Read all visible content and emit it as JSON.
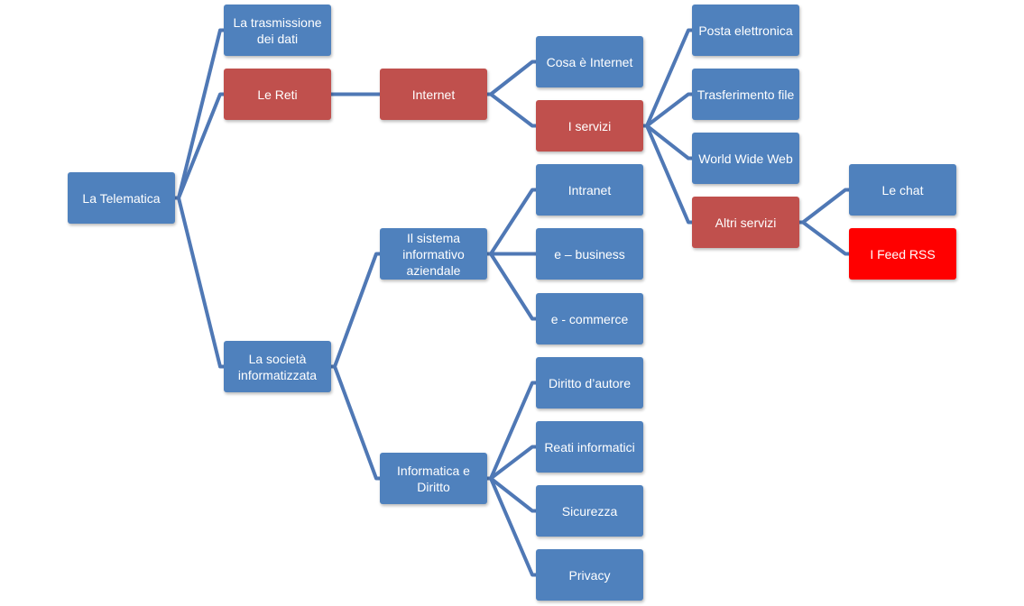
{
  "colors": {
    "connector": "#4F78B5",
    "normal": "#4F81BD",
    "highlight": "#C0504D",
    "alert": "#FF0000"
  },
  "nodes": [
    {
      "id": "root",
      "label": "La Telematica",
      "style": "normal"
    },
    {
      "id": "trasmissione",
      "label": "La trasmissione dei dati",
      "style": "normal",
      "parent": "root"
    },
    {
      "id": "reti",
      "label": "Le Reti",
      "style": "highlight",
      "parent": "root"
    },
    {
      "id": "societa",
      "label": "La società informatizzata",
      "style": "normal",
      "parent": "root"
    },
    {
      "id": "internet",
      "label": "Internet",
      "style": "highlight",
      "parent": "reti"
    },
    {
      "id": "cosa",
      "label": "Cosa è Internet",
      "style": "normal",
      "parent": "internet"
    },
    {
      "id": "servizi",
      "label": "I servizi",
      "style": "highlight",
      "parent": "internet"
    },
    {
      "id": "posta",
      "label": "Posta elettronica",
      "style": "normal",
      "parent": "servizi"
    },
    {
      "id": "trasferimento",
      "label": "Trasferimento file",
      "style": "normal",
      "parent": "servizi"
    },
    {
      "id": "www",
      "label": "World Wide Web",
      "style": "normal",
      "parent": "servizi"
    },
    {
      "id": "altri",
      "label": "Altri servizi",
      "style": "highlight",
      "parent": "servizi"
    },
    {
      "id": "chat",
      "label": "Le chat",
      "style": "normal",
      "parent": "altri"
    },
    {
      "id": "feed",
      "label": "I Feed RSS",
      "style": "alert",
      "parent": "altri"
    },
    {
      "id": "sistema",
      "label": "Il sistema informativo aziendale",
      "style": "normal",
      "parent": "societa"
    },
    {
      "id": "diritto",
      "label": "Informatica e Diritto",
      "style": "normal",
      "parent": "societa"
    },
    {
      "id": "intranet",
      "label": "Intranet",
      "style": "normal",
      "parent": "sistema"
    },
    {
      "id": "ebusiness",
      "label": "e – business",
      "style": "normal",
      "parent": "sistema"
    },
    {
      "id": "ecommerce",
      "label": "e - commerce",
      "style": "normal",
      "parent": "sistema"
    },
    {
      "id": "autore",
      "label": "Diritto d’autore",
      "style": "normal",
      "parent": "diritto"
    },
    {
      "id": "reati",
      "label": "Reati informatici",
      "style": "normal",
      "parent": "diritto"
    },
    {
      "id": "sicurezza",
      "label": "Sicurezza",
      "style": "normal",
      "parent": "diritto"
    },
    {
      "id": "privacy",
      "label": "Privacy",
      "style": "normal",
      "parent": "diritto"
    }
  ]
}
